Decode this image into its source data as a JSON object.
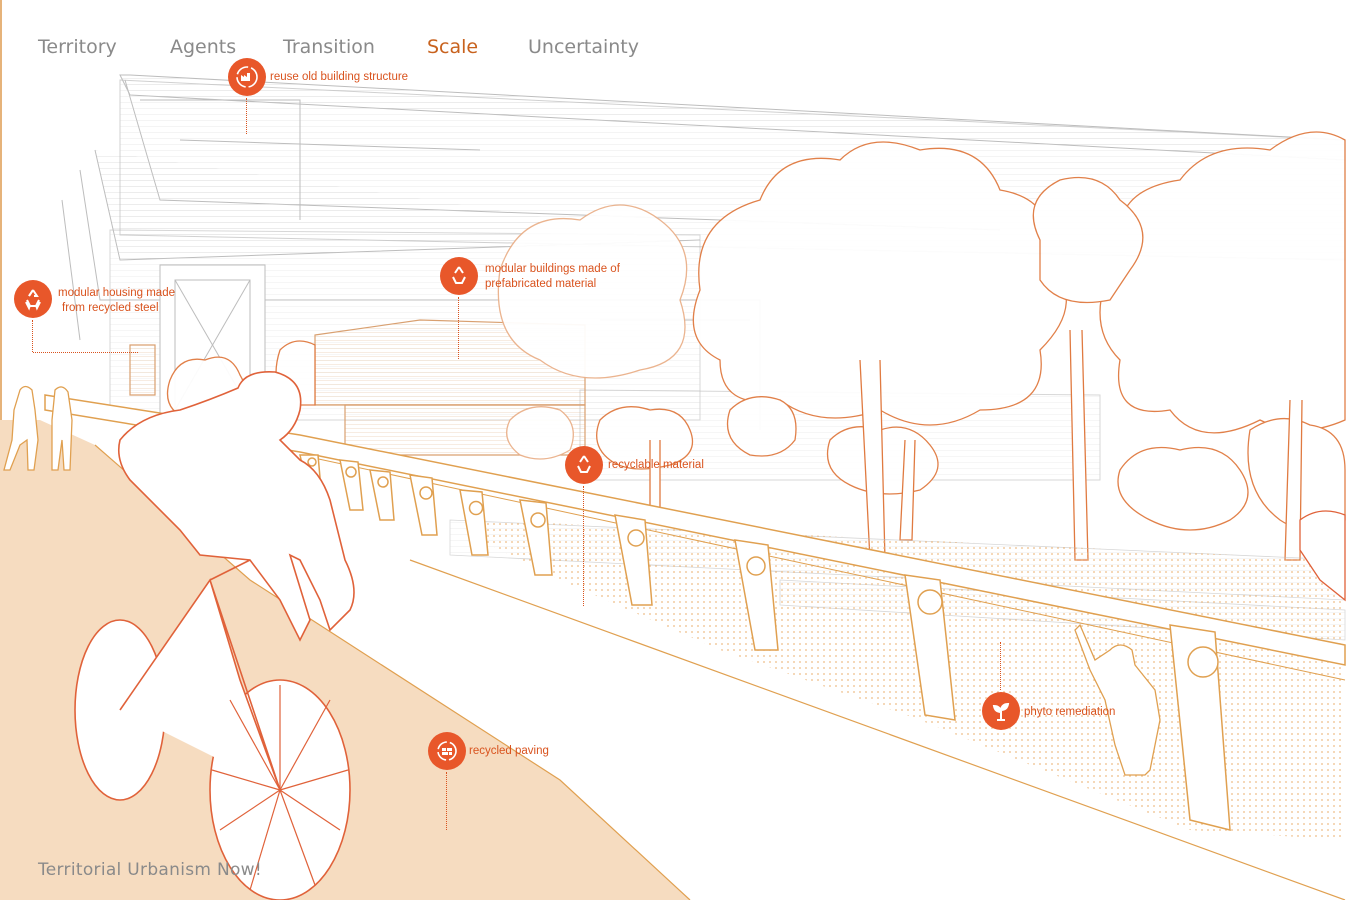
{
  "nav": {
    "items": [
      "Territory",
      "Agents",
      "Transition",
      "Scale",
      "Uncertainty"
    ],
    "active": "Scale"
  },
  "annotations": {
    "reuse": {
      "label": "reuse old building structure",
      "icon": "factory-recycle-icon"
    },
    "modular_housing": {
      "line1": "modular housing made",
      "line2": "from recycled steel",
      "icon": "recycle-icon"
    },
    "modular_buildings": {
      "line1": "modular buildings made of",
      "line2": "prefabricated material",
      "icon": "recycle-icon"
    },
    "recyclable": {
      "label": "recyclable material",
      "icon": "recycle-icon"
    },
    "phyto": {
      "label": "phyto remediation",
      "icon": "sprout-icon"
    },
    "paving": {
      "label": "recycled paving",
      "icon": "paving-recycle-icon"
    }
  },
  "footer": {
    "title": "Territorial Urbanism Now!"
  },
  "colors": {
    "accent": "#e8572a",
    "active_tab": "#c8621e",
    "tab": "#8a8a8a",
    "path_fill": "#f6dcc0",
    "line_orange": "#e0a050"
  }
}
